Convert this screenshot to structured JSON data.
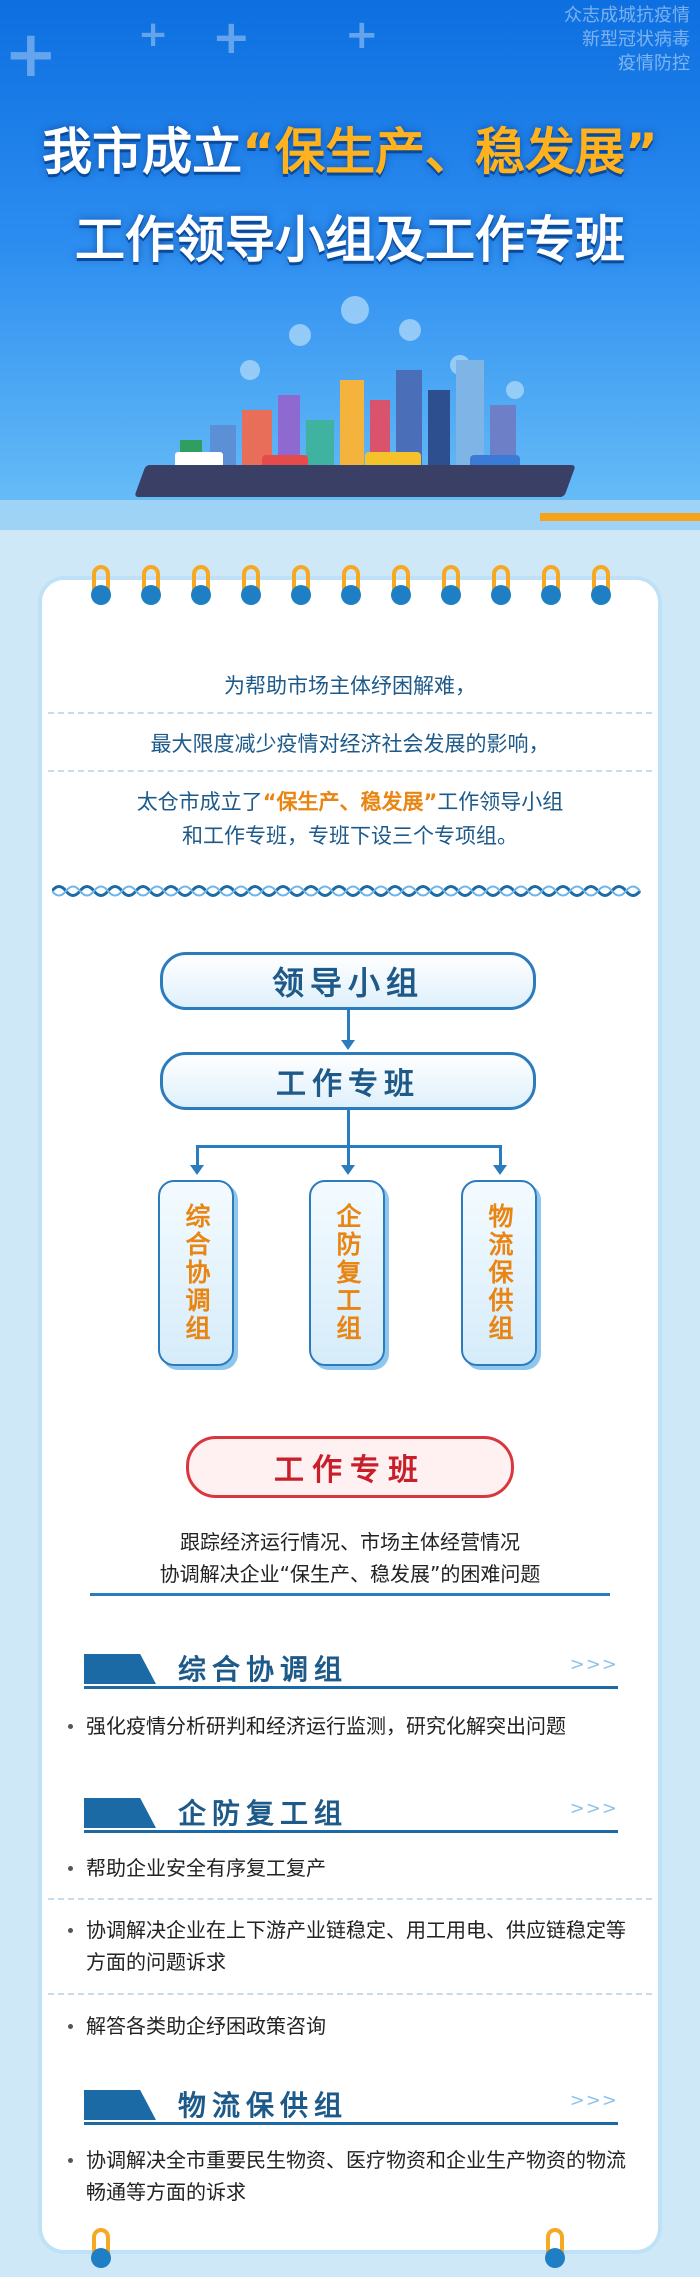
{
  "header": {
    "title_line1_prefix": "我市成立",
    "title_line1_highlight": "“保生产、稳发展”",
    "title_line2": "工作领导小组及工作专班",
    "watermark_lines": [
      "众志成城抗疫情",
      "新型冠状病毒",
      "疫情防控"
    ]
  },
  "intro": {
    "line1": "为帮助市场主体纾困解难，",
    "line2": "最大限度减少疫情对经济社会发展的影响，",
    "line3_prefix": "太仓市成立了",
    "line3_highlight": "“保生产、稳发展”",
    "line3_suffix": "工作领导小组",
    "line4": "和工作专班，专班下设三个专项组。"
  },
  "org": {
    "lead": "领导小组",
    "work": "工作专班",
    "groups": [
      "综合协调组",
      "企防复工组",
      "物流保供组"
    ]
  },
  "taskforce": {
    "label": "工作专班",
    "line1": "跟踪经济运行情况、市场主体经营情况",
    "line2": "协调解决企业“保生产、稳发展”的困难问题"
  },
  "sections": [
    {
      "name": "综合协调组",
      "chev": ">>>",
      "items": [
        "强化疫情分析研判和经济运行监测，研究化解突出问题"
      ]
    },
    {
      "name": "企防复工组",
      "chev": ">>>",
      "items": [
        "帮助企业安全有序复工复产",
        "协调解决企业在上下游产业链稳定、用工用电、供应链稳定等方面的问题诉求",
        "解答各类助企纾困政策咨询"
      ]
    },
    {
      "name": "物流保供组",
      "chev": ">>>",
      "items": [
        "协调解决全市重要民生物资、医疗物资和企业生产物资的物流畅通等方面的诉求"
      ]
    }
  ],
  "colors": {
    "primary": "#1d5a8a",
    "accent": "#e98512",
    "red": "#c81f2a",
    "ring": "#f6a823"
  }
}
